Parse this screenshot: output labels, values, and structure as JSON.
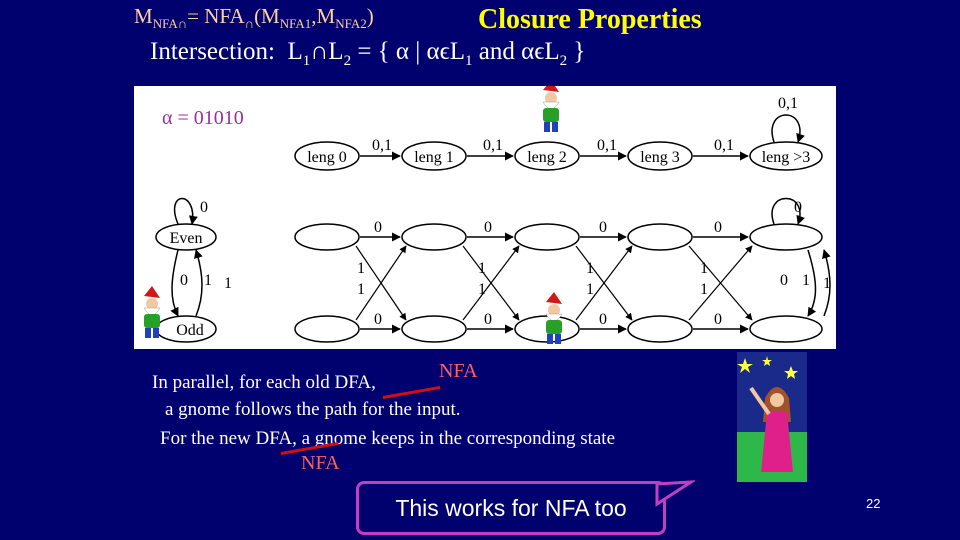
{
  "header": {
    "eq_M": "M",
    "eq_sub1": "NFA∩",
    "eq_mid": "= NFA",
    "eq_sub2": "∩",
    "eq_paren": "(M",
    "eq_sub3": "NFA1",
    "eq_comma": ",M",
    "eq_sub4": "NFA2",
    "eq_close": ")",
    "title": "Closure Properties"
  },
  "intersection": {
    "label": "Intersection:",
    "L": "L",
    "one": "1",
    "cap": "∩",
    "two": "2",
    "rest_a": " = { α | αϵL",
    "rest_b": " and αϵL",
    "rest_c": " }"
  },
  "diagram": {
    "alpha": "α = 01010",
    "top_states": [
      "leng 0",
      "leng 1",
      "leng 2",
      "leng 3",
      "leng >3"
    ],
    "top_edge_labels": [
      "0,1",
      "0,1",
      "0,1",
      "0,1"
    ],
    "top_loop_label": "0,1",
    "left_states": [
      "Even",
      "Odd"
    ],
    "left_loop_label": "0",
    "left_edge_labels": [
      "0",
      "1",
      "1"
    ],
    "row_top_labels": [
      "0",
      "0",
      "0",
      "0"
    ],
    "row_bottom_labels": [
      "0",
      "0",
      "0",
      "0"
    ],
    "cross_labels": [
      "1",
      "1"
    ],
    "right_loop_label": "0",
    "right_edge_labels": [
      "0",
      "1",
      "1"
    ]
  },
  "body": {
    "line1": "In parallel, for each old DFA,",
    "nfa1": "NFA",
    "line2": "a gnome follows the path for the input.",
    "line3": "For the new DFA, a gnome keeps in the corresponding state",
    "nfa2": "NFA"
  },
  "callout": {
    "text": "This works for NFA too"
  },
  "page_number": "22",
  "colors": {
    "background": "#00006e",
    "title": "#ffff00",
    "equation": "#ffd0a0",
    "correction": "#ff6060",
    "callout_border": "#c040c0"
  }
}
